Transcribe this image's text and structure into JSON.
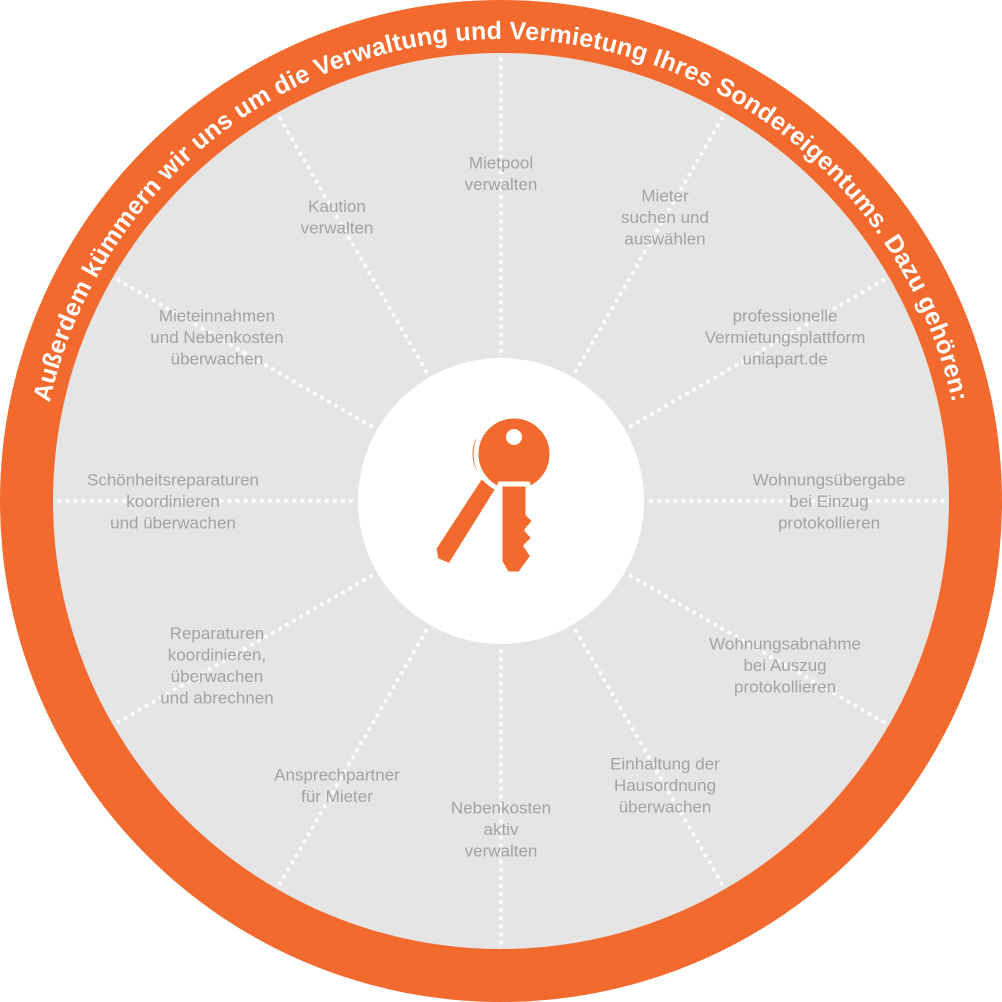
{
  "ring": {
    "heading": "Außerdem kümmern wir uns um die Verwaltung und Vermietung Ihres Sondereigentums. Dazu gehören:"
  },
  "center": {
    "icon": "keys-icon"
  },
  "colors": {
    "accent": "#f26a2e",
    "segment_fill": "#e5e5e6",
    "divider": "#ffffff",
    "label": "#a3a3a3",
    "center_fill": "#ffffff"
  },
  "segments": [
    {
      "lines": [
        "Mietpool",
        "verwalten"
      ]
    },
    {
      "lines": [
        "Mieter",
        "suchen und",
        "auswählen"
      ]
    },
    {
      "lines": [
        "professionelle",
        "Vermietungsplattform",
        "uniapart.de"
      ]
    },
    {
      "lines": [
        "Wohnungsübergabe",
        "bei Einzug",
        "protokollieren"
      ]
    },
    {
      "lines": [
        "Wohnungsabnahme",
        "bei Auszug",
        "protokollieren"
      ]
    },
    {
      "lines": [
        "Einhaltung der",
        "Hausordnung",
        "überwachen"
      ]
    },
    {
      "lines": [
        "Nebenkosten",
        "aktiv",
        "verwalten"
      ]
    },
    {
      "lines": [
        "Ansprechpartner",
        "für Mieter"
      ]
    },
    {
      "lines": [
        "Reparaturen",
        "koordinieren,",
        "überwachen",
        "und abrechnen"
      ]
    },
    {
      "lines": [
        "Schönheitsreparaturen",
        "koordinieren",
        "und überwachen"
      ]
    },
    {
      "lines": [
        "Mieteinnahmen",
        "und Nebenkosten",
        "überwachen"
      ]
    },
    {
      "lines": [
        "Kaution",
        "verwalten"
      ]
    }
  ]
}
